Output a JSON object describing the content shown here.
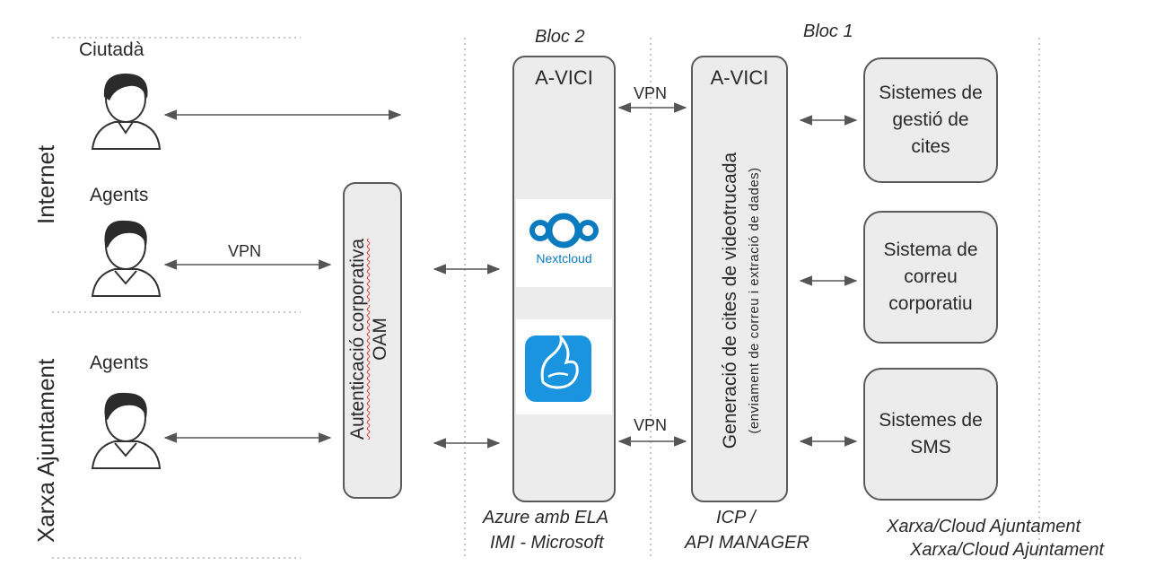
{
  "zones": {
    "internet": "Internet",
    "xarxa_ajuntament": "Xarxa Ajuntament"
  },
  "users": {
    "ciutada": "Ciutadà",
    "agents_internet": "Agents",
    "agents_xarxa": "Agents"
  },
  "vpn_labels": {
    "agents": "VPN",
    "top": "VPN",
    "bottom": "VPN"
  },
  "auth_box": {
    "line1": "Autenticació corporativa",
    "line2": "OAM"
  },
  "blocs": {
    "bloc2": "Bloc 2",
    "bloc1": "Bloc 1"
  },
  "avici_left": {
    "title": "A-VICI",
    "nextcloud_label": "Nextcloud"
  },
  "avici_right": {
    "title": "A-VICI",
    "line1": "Generació de cites de videotrucada",
    "line2": "(enviament de correu i extració de dades)"
  },
  "systems": {
    "gestio": "Sistemes de\ngestió de\ncites",
    "correu": "Sistema de\ncorreu\ncorporatiu",
    "sms": "Sistemes de\nSMS"
  },
  "footers": {
    "azure_line1": "Azure amb ELA",
    "azure_line2": "IMI - Microsoft",
    "icp_line1": "ICP /",
    "icp_line2": "API MANAGER",
    "cloud_line1": "Xarxa/Cloud Ajuntament",
    "cloud_line2": "Xarxa/Cloud Ajuntament"
  },
  "colors": {
    "nextcloud_blue": "#0b7bc0",
    "jitsi_blue": "#1b94e0",
    "box_fill": "#ececec",
    "box_stroke": "#5a5a5a"
  }
}
